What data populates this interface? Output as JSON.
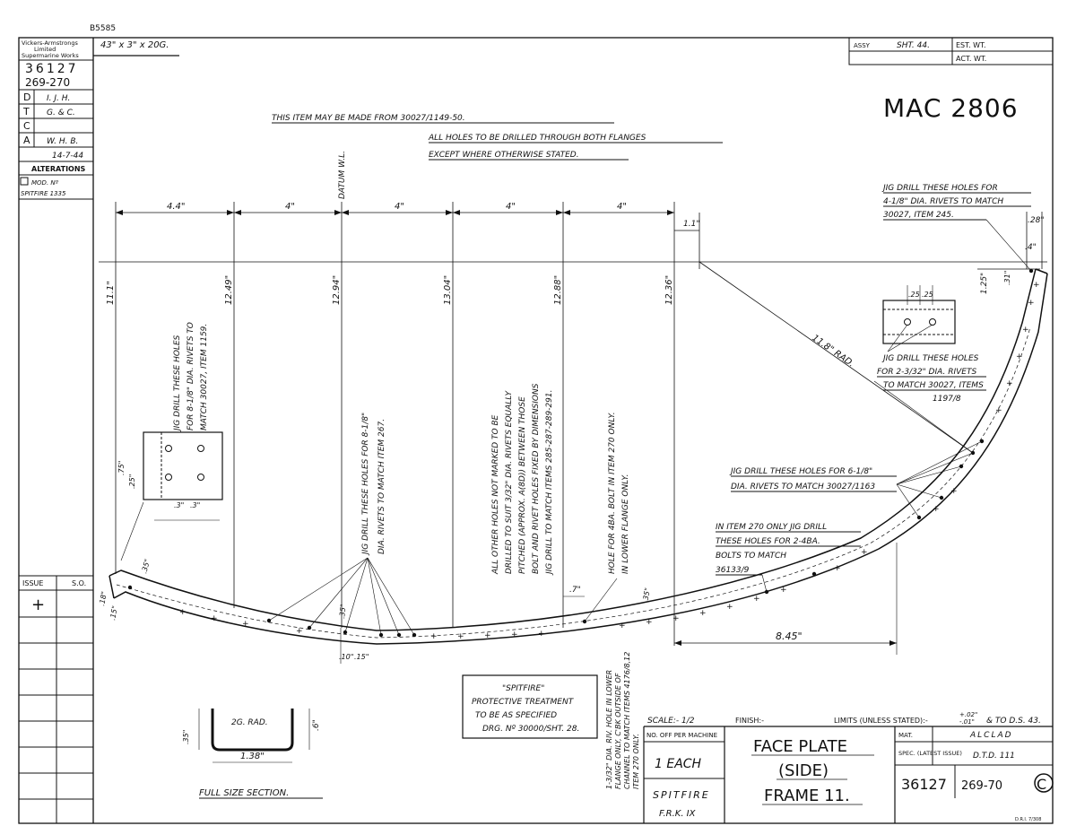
{
  "header": {
    "ref_top": "B5585",
    "material_size": "43\" x 3\" x 20G.",
    "company": [
      "Vickers-Armstrongs",
      "Limited",
      "Supermarine Works"
    ],
    "drawing_no": "36127",
    "items": "269-270",
    "sig_rows": [
      {
        "k": "D",
        "v": "I. J. H."
      },
      {
        "k": "T",
        "v": "G. & C."
      },
      {
        "k": "C",
        "v": ""
      },
      {
        "k": "A",
        "v": "W. H. B."
      }
    ],
    "date": "14-7-44",
    "alterations_label": "ALTERATIONS",
    "alt_mod": "MOD. Nº",
    "alt_spitfire": "SPITFIRE 1335",
    "assy_label": "ASSY",
    "assy_sheet": "SHT. 44.",
    "est_wt": "EST. WT.",
    "act_wt": "ACT. WT.",
    "handwritten_ref": "MAC 2806",
    "issue_label": "ISSUE",
    "issue_so": "S.O.",
    "issue_mark": "+"
  },
  "notes": {
    "note1": "THIS ITEM MAY BE MADE FROM 30027/1149-50.",
    "note2": "ALL HOLES TO BE DRILLED THROUGH BOTH FLANGES",
    "note3": "EXCEPT WHERE OTHERWISE STATED.",
    "jig_rt": [
      "JIG DRILL THESE HOLES FOR",
      "4-1/8\" DIA. RIVETS TO MATCH",
      "30027, ITEM 245."
    ],
    "jig_left": [
      "JIG DRILL THESE HOLES",
      "FOR 8-1/8\" DIA. RIVETS TO",
      "MATCH 30027, ITEM 1159."
    ],
    "jig_mid": [
      "JIG DRILL THESE HOLES FOR 8-1/8\"",
      "DIA. RIVETS TO MATCH ITEM 267."
    ],
    "other_holes": [
      "ALL OTHER HOLES NOT MARKED TO BE",
      "DRILLED TO SUIT 3/32\" DIA. RIVETS EQUALLY",
      "PITCHED (APPROX. A(8D)) BETWEEN THOSE",
      "BOLT AND RIVET HOLES FIXED BY DIMENSIONS",
      "JIG DRILL TO MATCH ITEMS 285-287-289-291."
    ],
    "hole_4ba": [
      "HOLE FOR 4BA. BOLT IN ITEM 270 ONLY.",
      "IN LOWER FLANGE ONLY."
    ],
    "jig_2_332": [
      "JIG DRILL THESE HOLES",
      "FOR 2-3/32\" DIA. RIVETS",
      "TO MATCH 30027, ITEMS",
      "1197/8"
    ],
    "jig_6": [
      "JIG DRILL THESE HOLES FOR 6-1/8\"",
      "DIA. RIVETS TO MATCH 30027/1163"
    ],
    "item270": [
      "IN ITEM 270 ONLY JIG DRILL",
      "THESE HOLES FOR 2-4BA.",
      "BOLTS TO MATCH",
      "36133/9"
    ],
    "lower_flange": [
      "1-3/32\" DIA. RIV. HOLE IN LOWER",
      "FLANGE ONLY, C'BK OUTSIDE OF",
      "CHANNEL TO MATCH ITEMS 4176/8,12",
      "ITEM 270 ONLY."
    ],
    "spitfire_box": [
      "\"SPITFIRE\"",
      "PROTECTIVE TREATMENT",
      "TO BE AS SPECIFIED",
      "DRG. Nº 30000/SHT. 28."
    ],
    "section_label": "FULL SIZE SECTION.",
    "datum": "DATUM W.L."
  },
  "dims": {
    "top": [
      "4.4\"",
      "4\"",
      "4\"",
      "4\"",
      "4\""
    ],
    "small_11": "1.1\"",
    "v_heights": [
      "11.1\"",
      "12.49\"",
      "12.94\"",
      "13.04\"",
      "12.88\"",
      "12.36\""
    ],
    "rad": "11.8\" RAD.",
    "r_125": "1.25\"",
    "r_28": ".28\"",
    "r_4": ".4\"",
    "r_31": ".31\"",
    "d_25a": ".25",
    "d_25b": ".25",
    "d_845": "8.45\"",
    "d_7": ".7\"",
    "d_35a": ".35\"",
    "d_35b": ".35\"",
    "d_35c": ".35\"",
    "d_10": ".10\"",
    "d_18": ".18\"",
    "d_15": ".15\"",
    "d_15b": ".15\"",
    "d_75": ".75\"",
    "d_25c": ".25\"",
    "d_3a": ".3\"",
    "d_3b": ".3\"",
    "sec_35": ".35\"",
    "sec_6": ".6\"",
    "sec_rad": "2G. RAD.",
    "sec_138": "1.38\""
  },
  "title_block": {
    "scale": "SCALE:- 1/2",
    "finish": "FINISH:-",
    "limits": "LIMITS (UNLESS STATED):-",
    "limits_tol_hi": "+.02\"",
    "limits_tol_lo": "-.01\"",
    "limits_ds": "& TO D.S. 43.",
    "no_off_label": "NO. OFF PER MACHINE",
    "no_off_value": "1 EACH",
    "machine": "SPITFIRE",
    "machine_hand": "F.R.K. IX",
    "title1": "FACE PLATE",
    "title2": "(SIDE)",
    "title3": "FRAME 11.",
    "mat_label": "MAT.",
    "mat_value": "ALCLAD",
    "spec_label": "SPEC. (LATEST ISSUE)",
    "spec_value": "D.T.D. 111",
    "dwg_no": "36127",
    "items": "269-70",
    "issue_letter": "C",
    "print_ref": "D.R.I. 7/308"
  }
}
